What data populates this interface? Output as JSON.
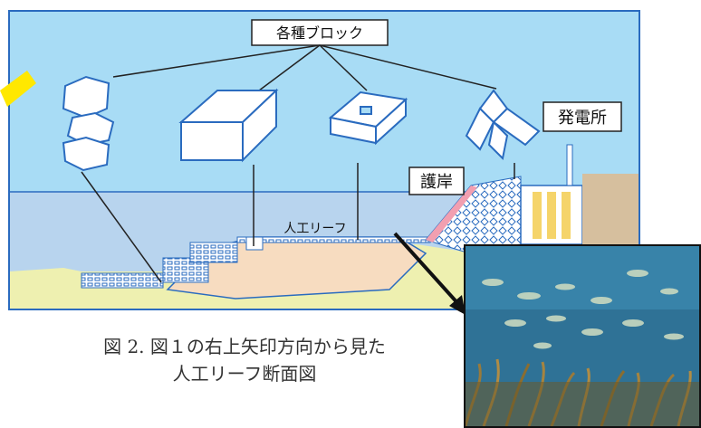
{
  "diagram": {
    "blocks_label": "各種ブロック",
    "seawall_label": "護岸",
    "power_plant_label": "発電所",
    "reef_label": "人工リーフ"
  },
  "caption": {
    "line1": "図 2.  図１の右上矢印方向から見た",
    "line2": "人工リーフ断面図"
  },
  "colors": {
    "sky": "#a8dcf5",
    "sea": "#b8d4ee",
    "sand": "#f7dcc0",
    "seawall_pink": "#f29fb0",
    "arrow_yellow": "#ffe800",
    "block_outline": "#2a6bbf"
  }
}
